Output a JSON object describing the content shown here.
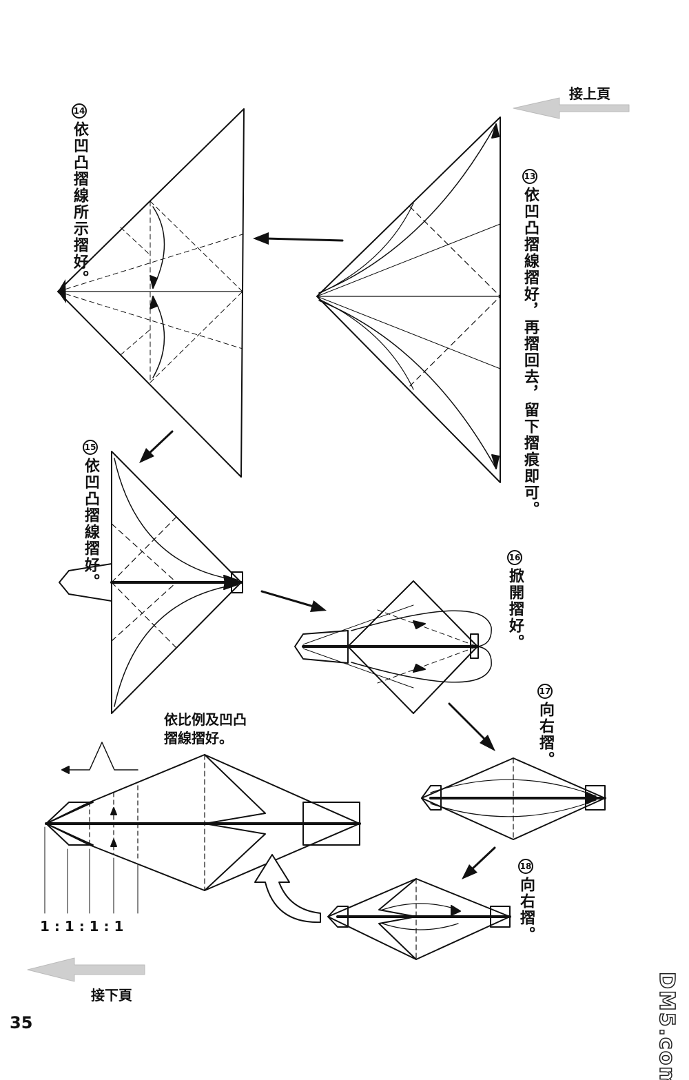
{
  "header": {
    "continue_prev": "接上頁",
    "continue_next": "接下頁"
  },
  "steps": [
    {
      "num": "13",
      "text": "依凹凸摺線摺好，再摺回去，留下摺痕即可。"
    },
    {
      "num": "14",
      "text": "依凹凸摺線所示摺好。"
    },
    {
      "num": "15",
      "text": "依凹凸摺線摺好。"
    },
    {
      "num": "16",
      "text": "掀開摺好。"
    },
    {
      "num": "17",
      "text": "向右摺。"
    },
    {
      "num": "18",
      "text": "向右摺。"
    }
  ],
  "ratio_note": {
    "line1": "依比例及凹凸",
    "line2": "摺線摺好。",
    "ratio": "1 : 1 : 1 : 1"
  },
  "page_number": "35",
  "watermark": "DM5.com",
  "colors": {
    "ink": "#111111",
    "arrow_gray": "#cfcfcf"
  }
}
